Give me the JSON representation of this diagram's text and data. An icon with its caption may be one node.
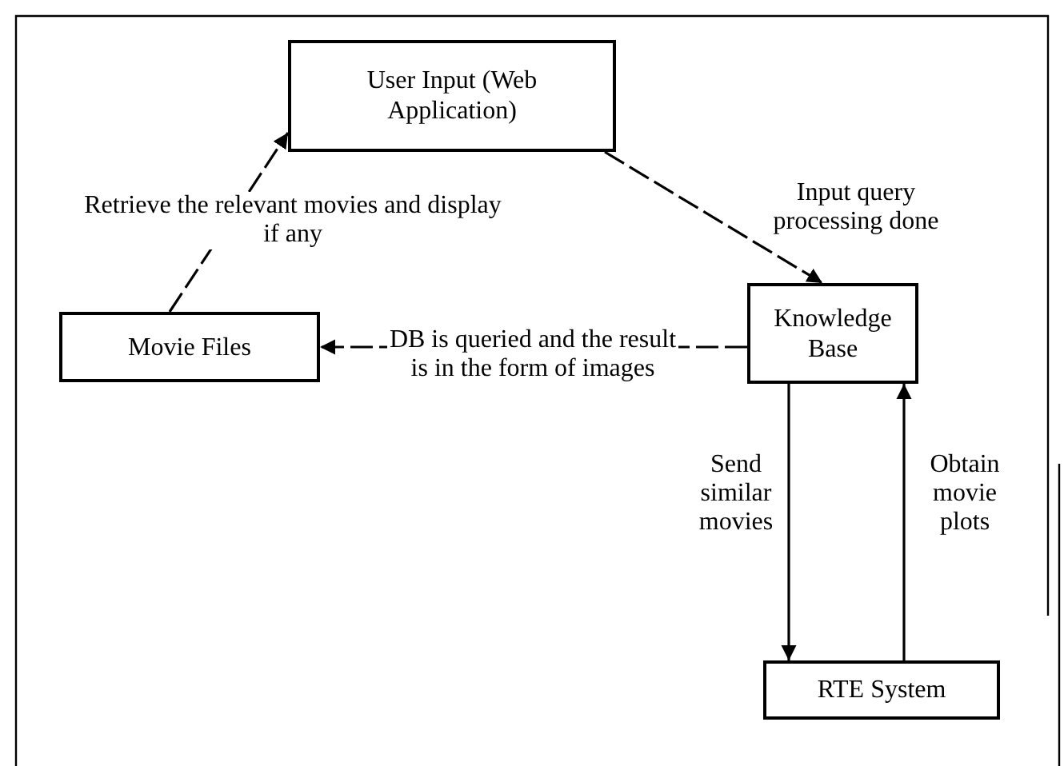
{
  "diagram": {
    "nodes": [
      {
        "text": [
          "User Input (Web Application)"
        ]
      },
      {
        "text": [
          "Movie Files"
        ]
      },
      {
        "text": [
          "Knowledge Base"
        ]
      },
      {
        "text": [
          "RTE System"
        ]
      }
    ],
    "edges": [
      {
        "from": 0,
        "to": 2,
        "arrow": "to",
        "label": "Input query processing done",
        "style": "dashed"
      },
      {
        "from": 1,
        "to": 0,
        "arrow": "to",
        "label": "Retrieve the relevant movies and display if any",
        "style": "dashed"
      },
      {
        "from": 2,
        "to": 1,
        "arrow": "to",
        "label": "DB is queried and the result is in the form of images",
        "style": "dashed"
      },
      {
        "from": 2,
        "to": 3,
        "arrow": "to",
        "label": "Send similar movies"
      },
      {
        "from": 3,
        "to": 2,
        "arrow": "to",
        "label": "Obtain movie plots"
      }
    ]
  }
}
